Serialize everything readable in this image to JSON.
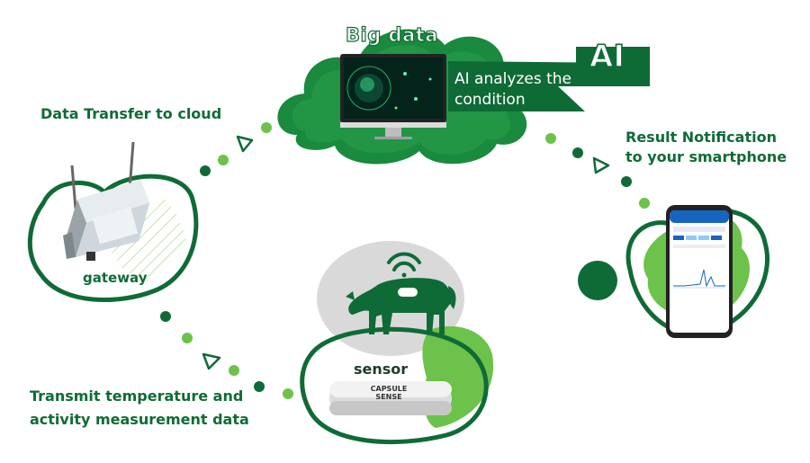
{
  "diagram": {
    "labels": {
      "big_data": "Big data",
      "ai": "AI",
      "ai_description": "AI analyzes the condition",
      "data_transfer": "Data Transfer to cloud",
      "result_notification": "Result Notification\nto your smartphone",
      "gateway": "gateway",
      "sensor": "sensor",
      "transmit": "Transmit temperature and\nactivity measurement data",
      "sensor_brand": "CAPSULE\nSENSE"
    },
    "colors": {
      "dark_green": "#0f6b36",
      "mid_green": "#1a8a3e",
      "light_green": "#6cc24a",
      "gray_circle": "#d9d9d9"
    },
    "icons": [
      "cloud-icon",
      "monitor-icon",
      "cow-icon",
      "wifi-icon",
      "gateway-device-icon",
      "smartphone-icon",
      "capsule-sensor-icon",
      "arrow-triangle-icon"
    ]
  }
}
